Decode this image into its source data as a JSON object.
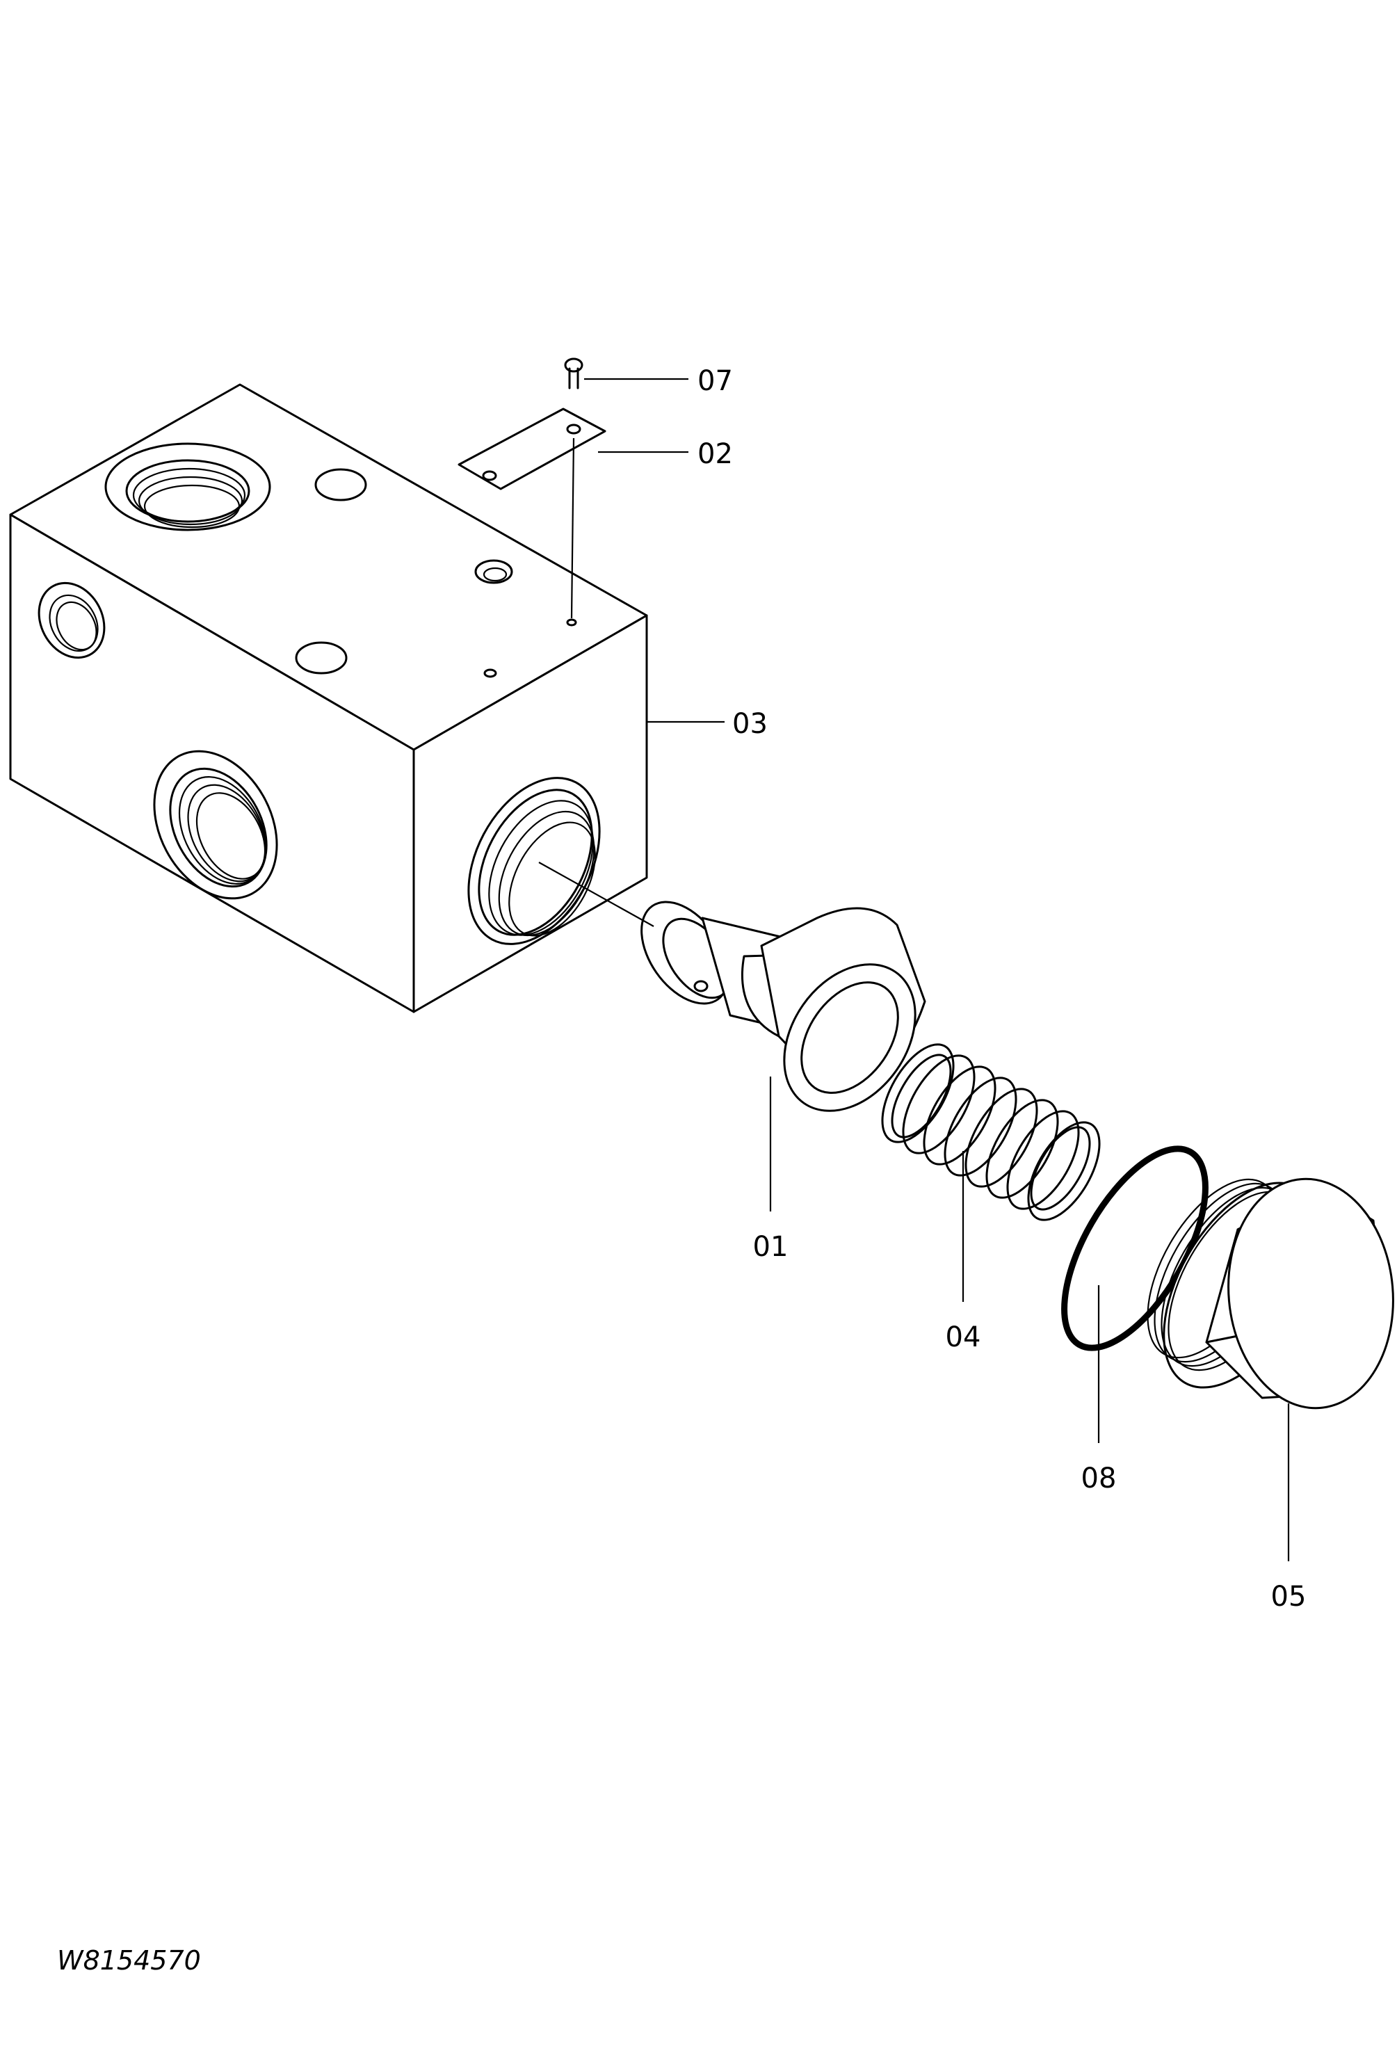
{
  "drawing_code": "W8154570",
  "parts": [
    {
      "id": "07",
      "label": "07"
    },
    {
      "id": "02",
      "label": "02"
    },
    {
      "id": "03",
      "label": "03"
    },
    {
      "id": "01",
      "label": "01"
    },
    {
      "id": "04",
      "label": "04"
    },
    {
      "id": "08",
      "label": "08"
    },
    {
      "id": "05",
      "label": "05"
    }
  ]
}
